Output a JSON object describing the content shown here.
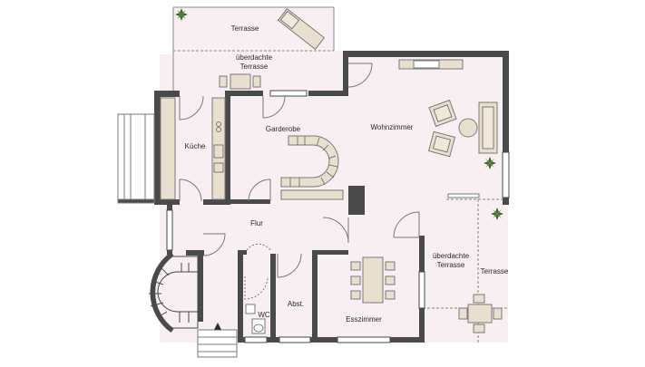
{
  "rooms": {
    "terrasse_top": "Terrasse",
    "ueberdachte_terrasse_top": "überdachte\nTerrasse",
    "kueche": "Küche",
    "garderobe": "Garderobe",
    "wohnzimmer": "Wohnzimmer",
    "flur": "Flur",
    "ueberdachte_terrasse_right": "überdachte\nTerrasse",
    "terrasse_right": "Terrasse",
    "wc": "WC",
    "abst": "Abst.",
    "esszimmer": "Esszimmer"
  },
  "colors": {
    "floor": "#f7eff1",
    "wall": "#4a4a4a",
    "furniture": "#e9dfcf",
    "furniture_stroke": "#7a7a7a",
    "plant": "#3f6b2a"
  }
}
